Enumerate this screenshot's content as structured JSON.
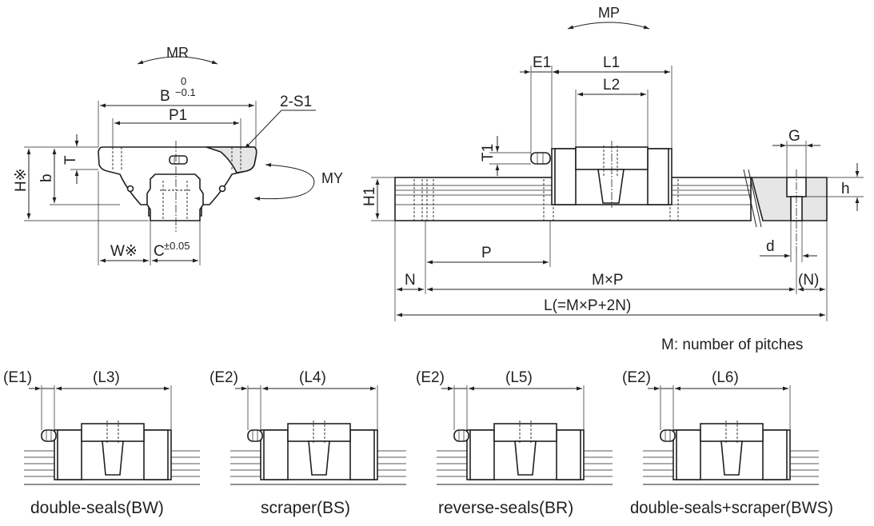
{
  "labels": {
    "MR": "MR",
    "MP": "MP",
    "MY": "MY",
    "B": "B",
    "B_tol_upper": "0",
    "B_tol_lower": "−0.1",
    "P1": "P1",
    "S1": "2-S1",
    "H": "H※",
    "b": "b",
    "T": "T",
    "W": "W※",
    "C": "C",
    "C_tol": "±0.05",
    "E1": "E1",
    "L1": "L1",
    "L2": "L2",
    "T1": "T1",
    "H1": "H1",
    "G": "G",
    "h": "h",
    "d": "d",
    "P": "P",
    "N": "N",
    "MxP": "M×P",
    "N_paren": "(N)",
    "L_formula": "L(=M×P+2N)",
    "note": "M: number of pitches"
  },
  "variants": [
    {
      "e_label": "(E1)",
      "l_label": "(L3)",
      "caption": "double-seals(BW)"
    },
    {
      "e_label": "(E2)",
      "l_label": "(L4)",
      "caption": "scraper(BS)"
    },
    {
      "e_label": "(E2)",
      "l_label": "(L5)",
      "caption": "reverse-seals(BR)"
    },
    {
      "e_label": "(E2)",
      "l_label": "(L6)",
      "caption": "double-seals+scraper(BWS)"
    }
  ]
}
